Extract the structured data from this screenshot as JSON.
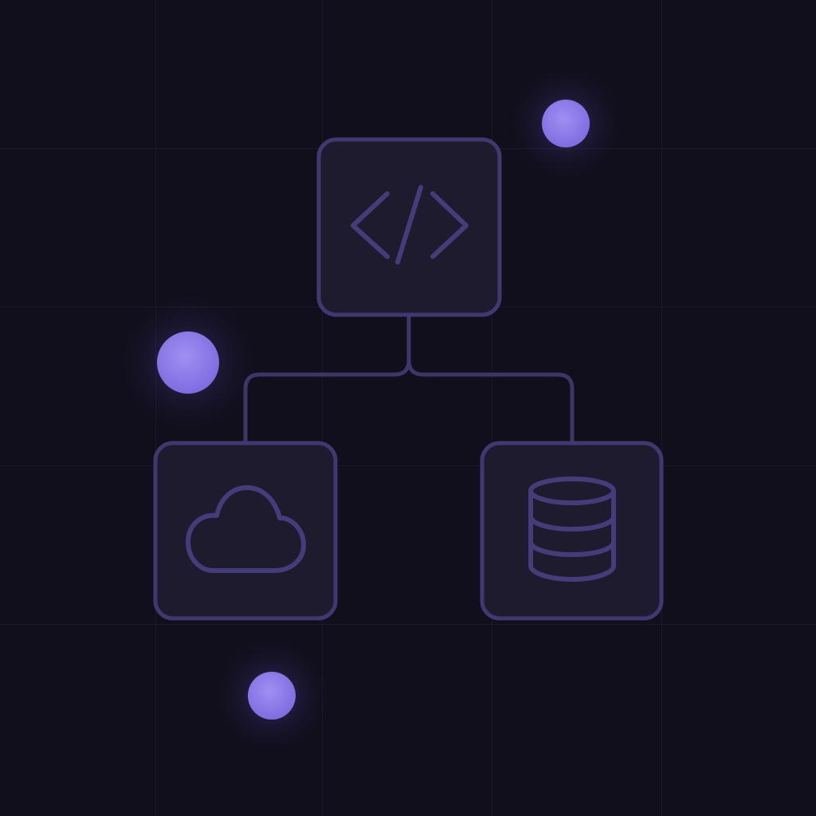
{
  "colors": {
    "background": "#110f1c",
    "grid": "#28243c",
    "node_fill": "#1e1b2f",
    "node_stroke": "#403870",
    "icon_stroke": "#453c7a",
    "connector": "#3e3668",
    "glow_dot": "#8a78e6",
    "glow_halo": "#6a58d0"
  },
  "nodes": [
    {
      "name": "code-node",
      "icon": "code-brackets-icon"
    },
    {
      "name": "cloud-node",
      "icon": "cloud-icon"
    },
    {
      "name": "database-node",
      "icon": "database-icon"
    }
  ],
  "edges": [
    {
      "from": "code-node",
      "to": "cloud-node"
    },
    {
      "from": "code-node",
      "to": "database-node"
    }
  ],
  "decorations": {
    "glow_dot_count": 3
  }
}
